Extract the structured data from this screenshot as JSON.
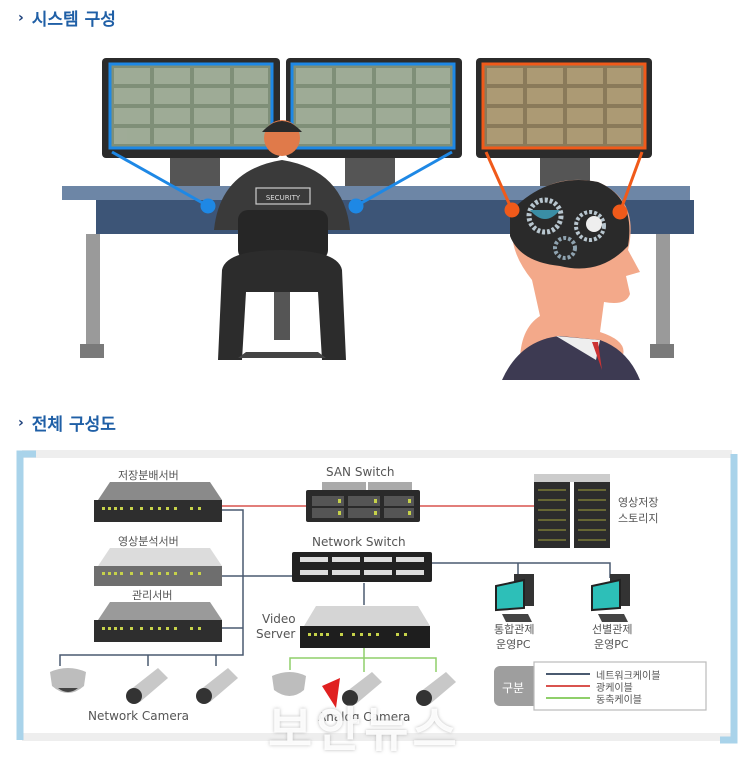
{
  "sections": {
    "system": {
      "title": "시스템 구성",
      "chevron": "›",
      "badge_text": "SECURITY"
    },
    "overall": {
      "title": "전체 구성도",
      "chevron": "›"
    }
  },
  "diagram": {
    "servers": {
      "storage_dist": "저장분배서버",
      "video_analysis": "영상분석서버",
      "management": "관리서버",
      "video_server_line1": "Video",
      "video_server_line2": "Server"
    },
    "switches": {
      "san": "SAN Switch",
      "network": "Network Switch"
    },
    "storage": {
      "line1": "영상저장",
      "line2": "스토리지"
    },
    "pcs": [
      {
        "line1": "통합관제",
        "line2": "운영PC"
      },
      {
        "line1": "선별관제",
        "line2": "운영PC"
      }
    ],
    "cameras": {
      "network": "Network Camera",
      "analog": "Analog Camera"
    },
    "legend": {
      "title": "구분",
      "items": [
        {
          "label": "네트워크케이블",
          "color": "#4a5a70"
        },
        {
          "label": "광케이블",
          "color": "#d9534f"
        },
        {
          "label": "동축케이블",
          "color": "#8fcf6a"
        }
      ]
    }
  },
  "colors": {
    "heading": "#1f5fa6",
    "accent_blue": "#1e88e5",
    "accent_orange": "#f05a1a",
    "frame": "#a9d3ea"
  },
  "watermark": "보안뉴스"
}
